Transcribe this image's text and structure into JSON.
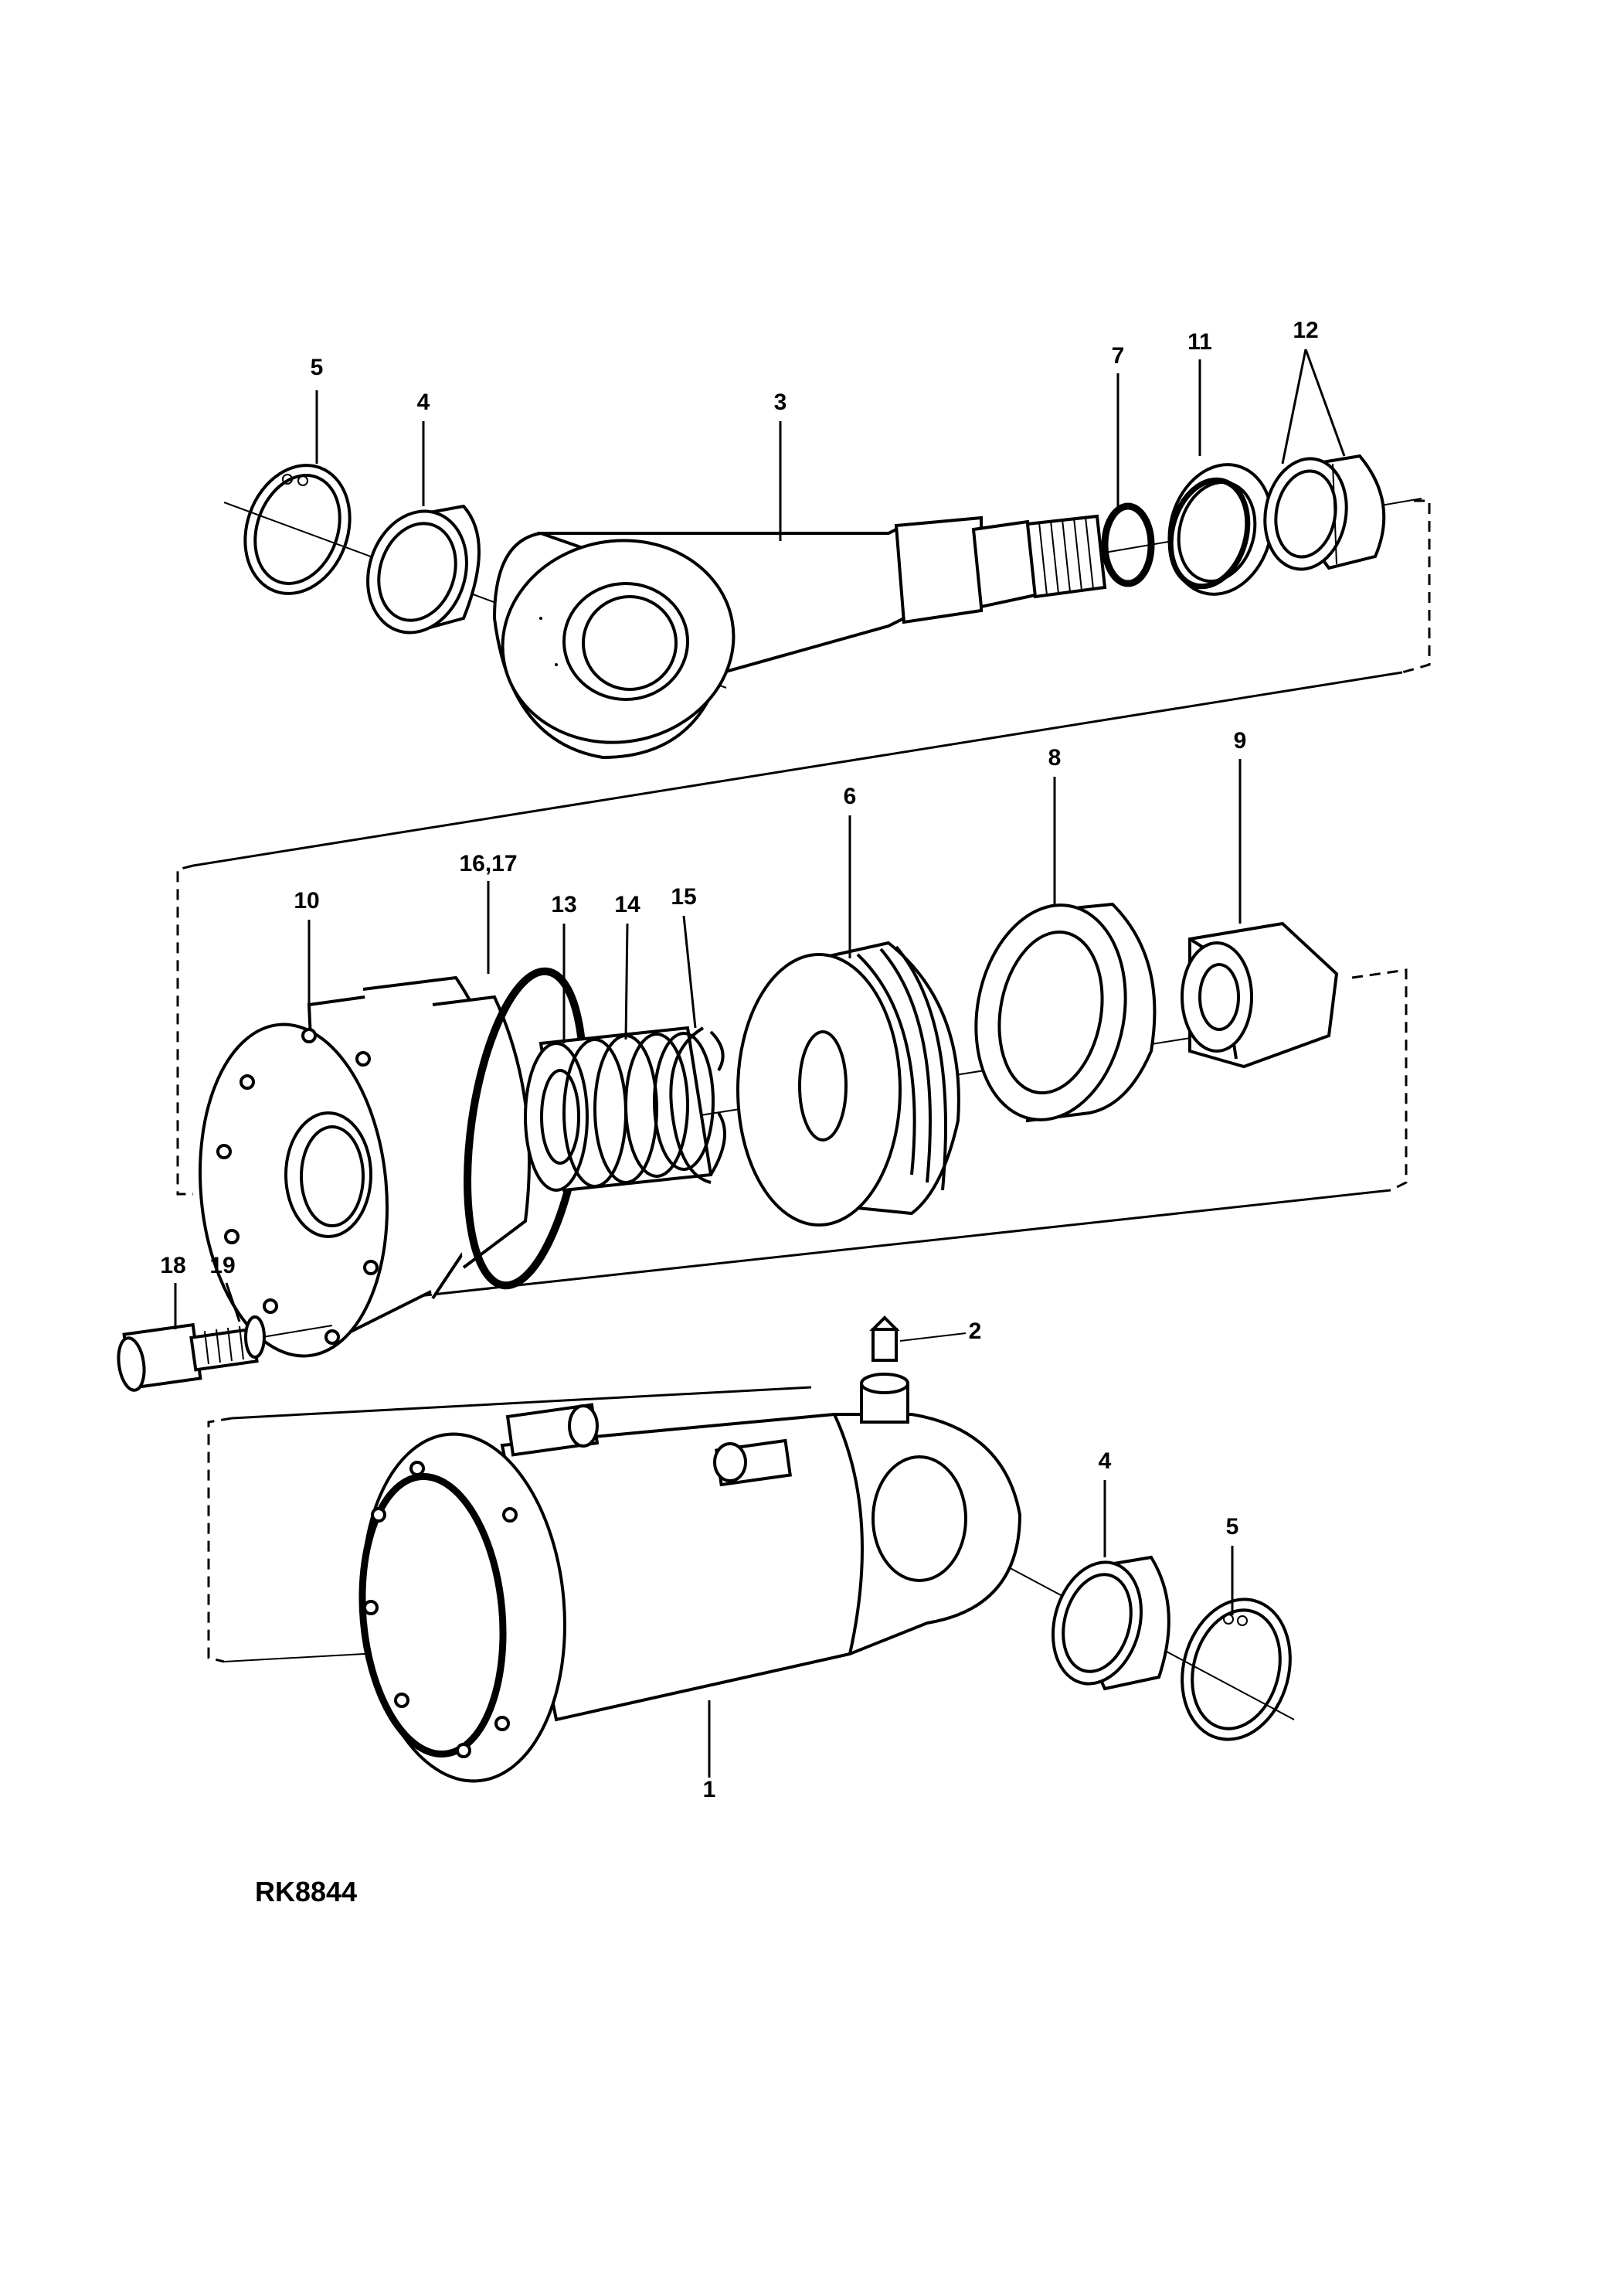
{
  "figure_code": "RK8844",
  "callouts": [
    {
      "id": "c5a",
      "text": "5"
    },
    {
      "id": "c4a",
      "text": "4"
    },
    {
      "id": "c3",
      "text": "3"
    },
    {
      "id": "c7",
      "text": "7"
    },
    {
      "id": "c11",
      "text": "11"
    },
    {
      "id": "c12",
      "text": "12"
    },
    {
      "id": "c9",
      "text": "9"
    },
    {
      "id": "c8",
      "text": "8"
    },
    {
      "id": "c6",
      "text": "6"
    },
    {
      "id": "c10",
      "text": "10"
    },
    {
      "id": "c1617",
      "text": "16,17"
    },
    {
      "id": "c13",
      "text": "13"
    },
    {
      "id": "c14",
      "text": "14"
    },
    {
      "id": "c15",
      "text": "15"
    },
    {
      "id": "c18",
      "text": "18"
    },
    {
      "id": "c19",
      "text": "19"
    },
    {
      "id": "c2",
      "text": "2"
    },
    {
      "id": "c4b",
      "text": "4"
    },
    {
      "id": "c5b",
      "text": "5"
    },
    {
      "id": "c1",
      "text": "1"
    }
  ]
}
